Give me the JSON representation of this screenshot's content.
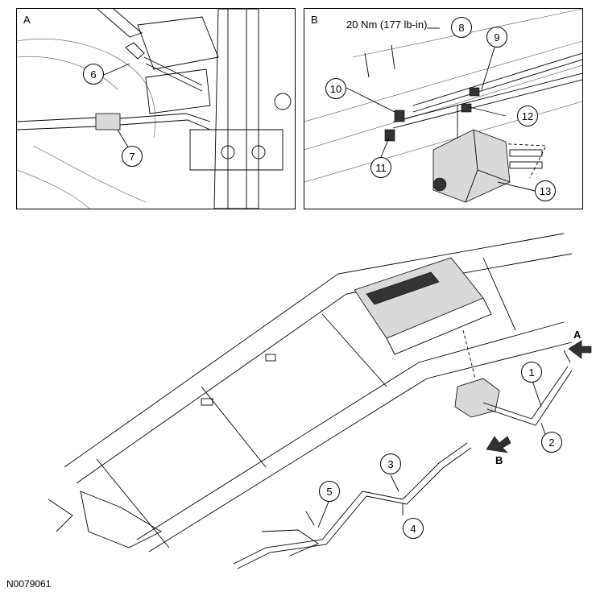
{
  "detail_a": {
    "letter": "A",
    "callouts": [
      "6",
      "7"
    ]
  },
  "detail_b": {
    "letter": "B",
    "torque": "20 Nm (177 lb-in)",
    "callouts": [
      "8",
      "9",
      "10",
      "11",
      "12",
      "13"
    ]
  },
  "main_view": {
    "callouts": [
      "1",
      "2",
      "3",
      "4",
      "5"
    ],
    "view_arrows": [
      "A",
      "B"
    ]
  },
  "figure_id": "N0079061"
}
